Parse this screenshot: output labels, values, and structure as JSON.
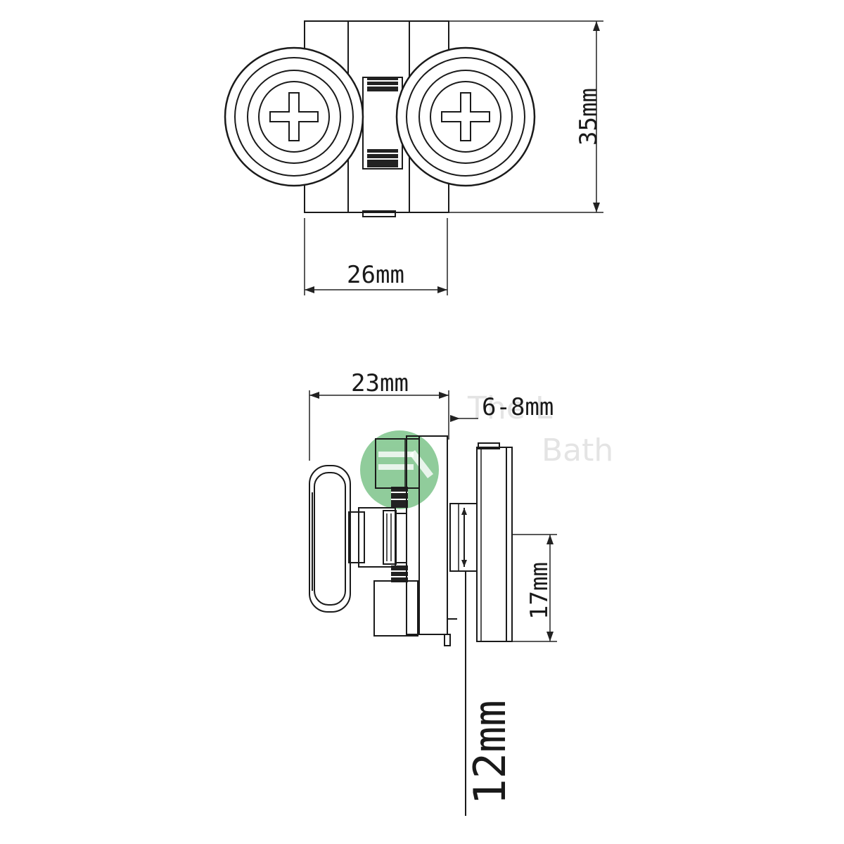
{
  "labels": {
    "top_height": "35mm",
    "top_width": "26mm",
    "side_width": "23mm",
    "glass_range": "6-8mm",
    "wheel_offset": "17mm",
    "drop": "12mm"
  },
  "watermark": {
    "line1": "The L",
    "line2": "Bath"
  },
  "colors": {
    "line": "#1a1a1a",
    "logo_green": "#7dc48a",
    "watermark": "#e4e4e4"
  }
}
